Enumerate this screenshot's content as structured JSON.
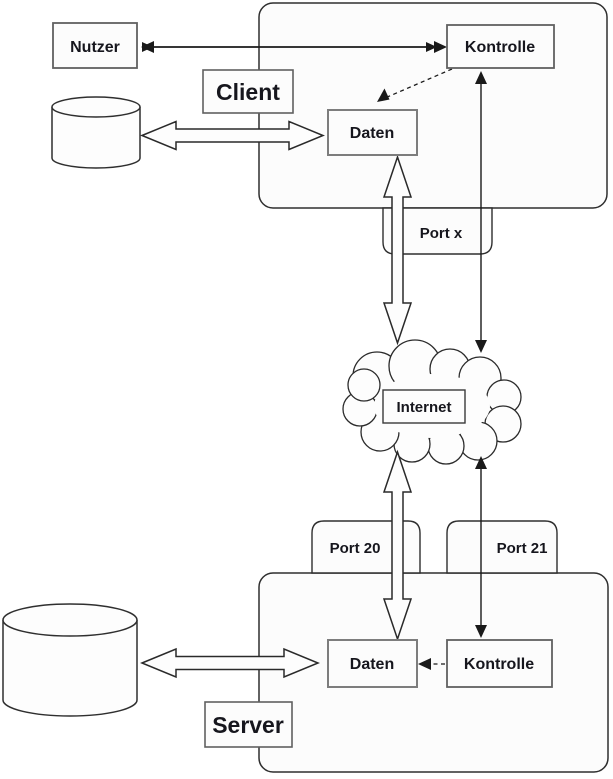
{
  "diagram": {
    "nutzer_label": "Nutzer",
    "internet_label": "Internet",
    "client": {
      "label": "Client",
      "kontrolle_label": "Kontrolle",
      "daten_label": "Daten",
      "port_label": "Port x"
    },
    "server": {
      "label": "Server",
      "kontrolle_label": "Kontrolle",
      "daten_label": "Daten",
      "port_data_label": "Port 20",
      "port_control_label": "Port 21"
    },
    "colors": {
      "line": "#1a1a1a",
      "container_border": "#2e2e2e",
      "box_border": "#606060",
      "fill": "#fcfcfc",
      "text": "#16161d"
    }
  }
}
